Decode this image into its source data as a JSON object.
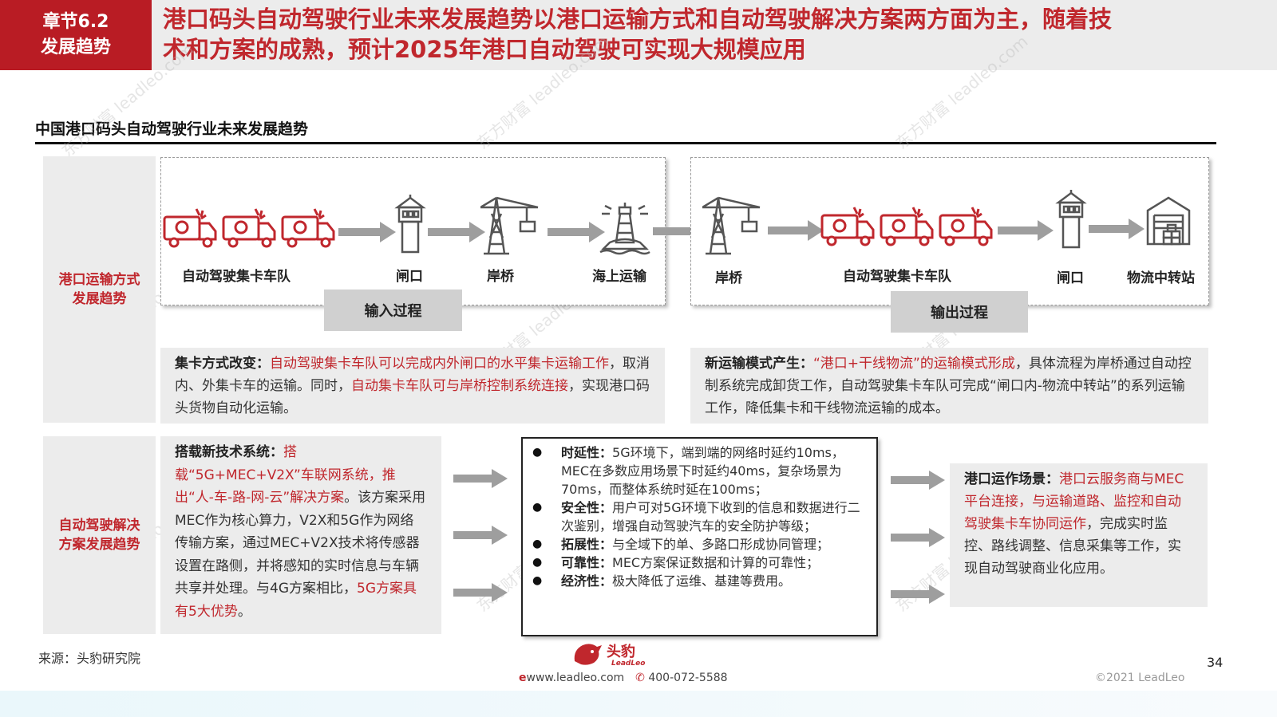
{
  "header": {
    "chapter_line1": "章节6.2",
    "chapter_line2": "发展趋势",
    "title_line1": "港口码头自动驾驶行业未来发展趋势以港口运输方式和自动驾驶解决方案两方面为主，随着技",
    "title_line2": "术和方案的成熟，预计2025年港口自动驾驶可实现大规模应用"
  },
  "section_heading": "中国港口码头自动驾驶行业未来发展趋势",
  "row1": {
    "label_line1": "港口运输方式",
    "label_line2": "发展趋势",
    "input_process": {
      "tag": "输入过程",
      "nodes": [
        "自动驾驶集卡车队",
        "闸口",
        "岸桥",
        "海上运输"
      ]
    },
    "output_process": {
      "tag": "输出过程",
      "nodes": [
        "岸桥",
        "自动驾驶集卡车队",
        "闸口",
        "物流中转站"
      ]
    },
    "desc_left": {
      "lead": "集卡方式改变：",
      "red1": "自动驾驶集卡车队可以完成内外闸口的水平集卡运输工作",
      "text1": "，取消内、外集卡车的运输。同时，",
      "red2": "自动集卡车队可与岸桥控制系统连接",
      "text2": "，实现港口码头货物自动化运输。"
    },
    "desc_right": {
      "lead": "新运输模式产生：",
      "red1": "“港口+干线物流”的运输模式形成",
      "text1": "，具体流程为岸桥通过自动控制系统完成卸货工作，自动驾驶集卡车队可完成“闸口内-物流中转站”的系列运输工作，降低集卡和干线物流运输的成本。"
    }
  },
  "row2": {
    "label_line1": "自动驾驶解决",
    "label_line2": "方案发展趋势",
    "left": {
      "lead": "搭载新技术系统：",
      "red1": "搭载“5G+MEC+V2X”车联网系统，推出“人-车-路-网-云”解决方案",
      "text1": "。该方案采用MEC作为核心算力，V2X和5G作为网络传输方案，通过MEC+V2X技术将传感器设置在路侧，并将感知的实时信息与车辆共享并处理。与4G方案相比，",
      "red2": "5G方案具有5大优势",
      "text2": "。"
    },
    "bullets": [
      {
        "lead": "时延性：",
        "text": "5G环境下，端到端的网络时延约10ms，MEC在多数应用场景下时延约40ms，复杂场景为70ms，而整体系统时延在100ms；"
      },
      {
        "lead": "安全性：",
        "text": "用户可对5G环境下收到的信息和数据进行二次鉴别，增强自动驾驶汽车的安全防护等级；"
      },
      {
        "lead": "拓展性：",
        "text": "与全域下的单、多路口形成协同管理；"
      },
      {
        "lead": "可靠性：",
        "text": "MEC方案保证数据和计算的可靠性；"
      },
      {
        "lead": "经济性：",
        "text": "极大降低了运维、基建等费用。"
      }
    ],
    "right": {
      "lead": "港口运作场景：",
      "red1": "港口云服务商与MEC平台连接，与运输道路、监控和自动驾驶集卡车协同运作",
      "text1": "，完成实时监控、路线调整、信息采集等工作，实现自动驾驶商业化应用。"
    }
  },
  "footer": {
    "source": "来源：头豹研究院",
    "logo_cn": "头豹",
    "logo_en": "LeadLeo",
    "website": "www.leadleo.com",
    "phone": "400-072-5588",
    "copyright": "©2021 LeadLeo",
    "page_number": "34"
  },
  "watermark": {
    "cn": "东方财富",
    "en": "leadleo.com"
  },
  "colors": {
    "accent_red": "#c0272d",
    "chapter_red": "#b91c24",
    "panel_gray": "#ececec",
    "tag_gray": "#d0d0d0",
    "arrow_gray": "#9e9e9e"
  }
}
